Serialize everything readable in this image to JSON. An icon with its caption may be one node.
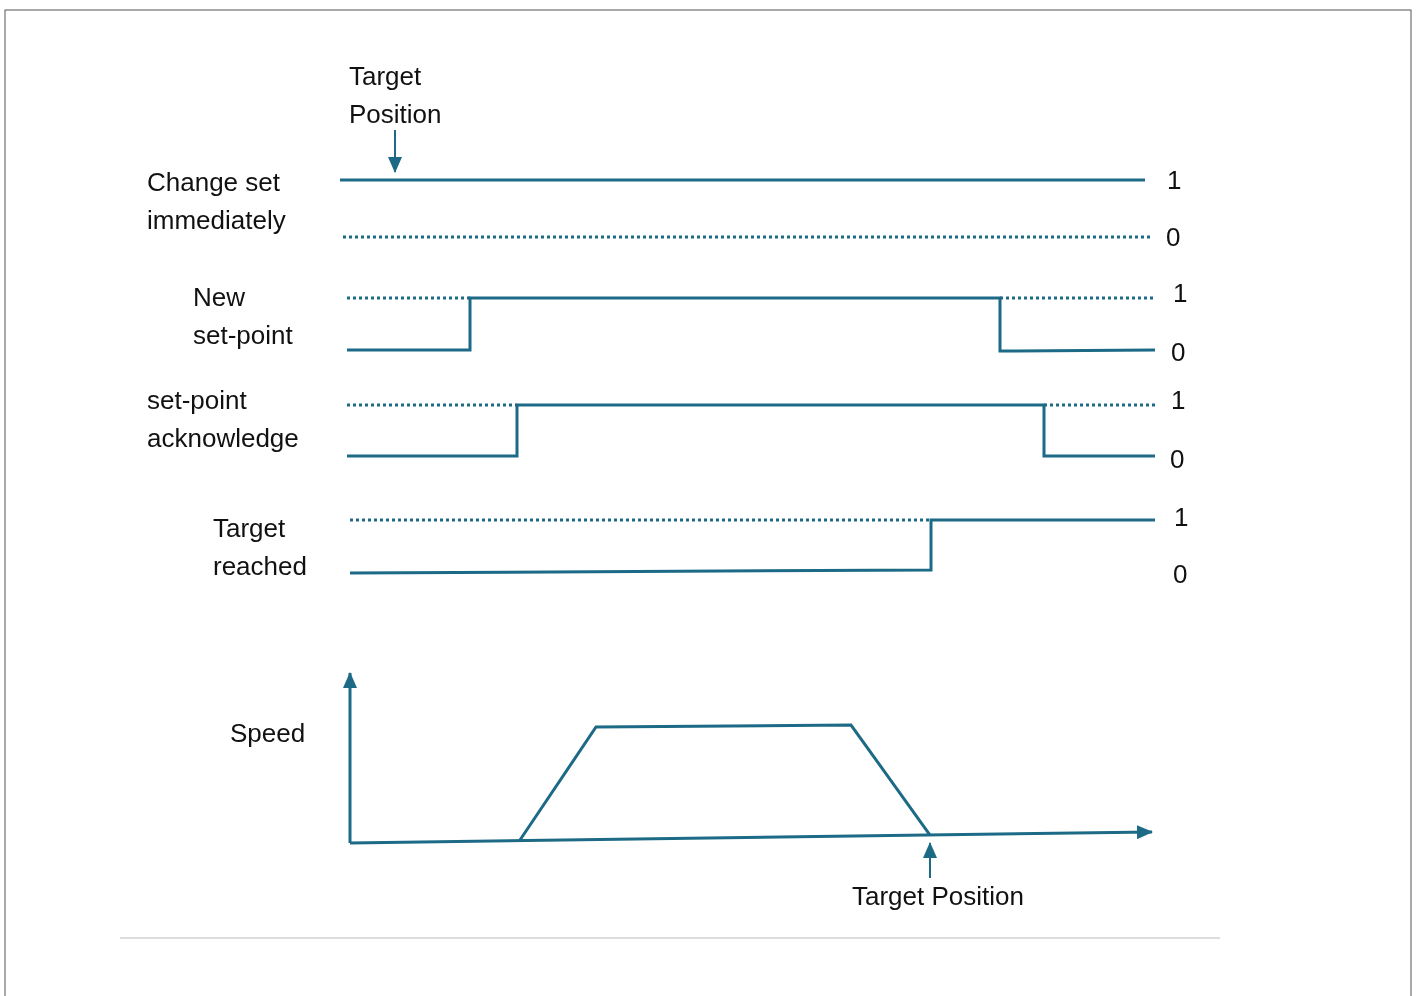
{
  "diagram": {
    "nodes": [
      {
        "text": [
          "Target Position"
        ]
      },
      {
        "text": [],
        "shape": "line"
      },
      {
        "text": [],
        "shape": "line"
      },
      {
        "text": [],
        "shape": "line"
      },
      {
        "text": [],
        "shape": "line"
      },
      {
        "text": [],
        "shape": "picture"
      },
      {
        "text": [
          "Target Position"
        ]
      }
    ],
    "edges": [
      {
        "from": 0,
        "to": 1,
        "arrow": "to"
      },
      {
        "from": 6,
        "to": 5,
        "arrow": "to"
      }
    ],
    "labels": [
      "Change set immediately",
      "1",
      "0",
      "New set-point",
      "1",
      "0",
      "set-point acknowledge",
      "1",
      "0",
      "Target reached",
      "1",
      "0",
      "Speed"
    ]
  }
}
